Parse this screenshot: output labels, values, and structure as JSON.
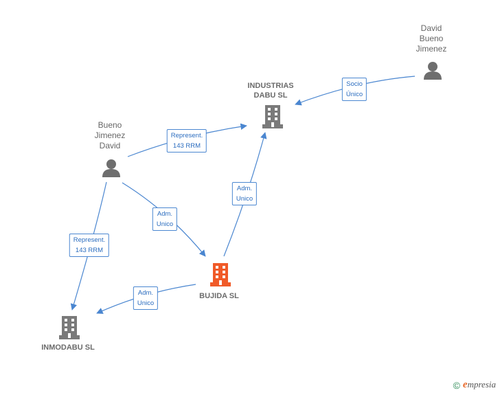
{
  "nodes": {
    "david_bueno": {
      "label": "David\nBueno\nJimenez",
      "kind": "person"
    },
    "bueno_david": {
      "label": "Bueno\nJimenez\nDavid",
      "kind": "person"
    },
    "industrias": {
      "label": "INDUSTRIAS\nDABU SL",
      "kind": "company"
    },
    "bujida": {
      "label": "BUJIDA  SL",
      "kind": "company-main"
    },
    "inmodabu": {
      "label": "INMODABU  SL",
      "kind": "company"
    }
  },
  "edges": {
    "socio_unico": {
      "label": "Socio\nÚnico"
    },
    "represent_industrias": {
      "label": "Represent.\n143 RRM"
    },
    "adm_bujida_industrias": {
      "label": "Adm.\nUnico"
    },
    "adm_bueno_bujida": {
      "label": "Adm.\nUnico"
    },
    "represent_inmodabu": {
      "label": "Represent.\n143 RRM"
    },
    "adm_bujida_inmodabu": {
      "label": "Adm.\nUnico"
    }
  },
  "footer": {
    "copyright": "©",
    "brand_initial": "e",
    "brand_rest": "mpresia"
  },
  "colors": {
    "edge": "#4a86d0",
    "company": "#7a7a7a",
    "company_main": "#f05a28",
    "person": "#6e6e6e"
  }
}
